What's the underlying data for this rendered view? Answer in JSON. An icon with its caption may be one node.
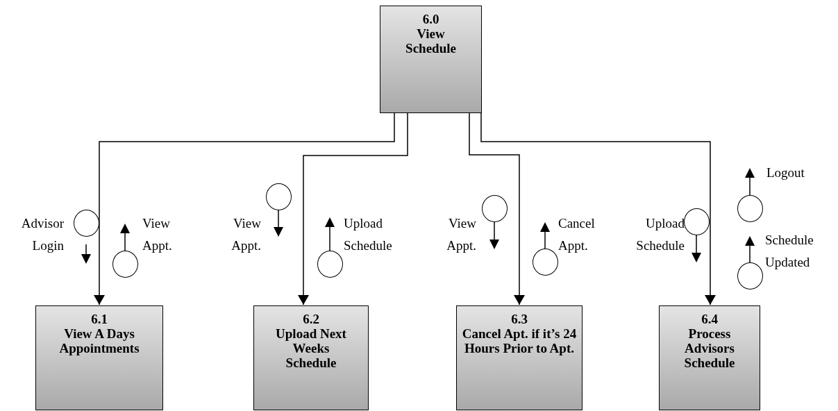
{
  "diagram": {
    "nodes": [
      {
        "text": [
          "6.0",
          "View Schedule"
        ]
      },
      {
        "text": [
          "6.1",
          "View A Days Appointments"
        ]
      },
      {
        "text": [
          "6.2",
          "Upload Next Weeks Schedule"
        ]
      },
      {
        "text": [
          "6.3",
          "Cancel Apt. if it’s 24 Hours Prior to Apt."
        ]
      },
      {
        "text": [
          "6.4",
          "Process Advisors Schedule"
        ]
      },
      {
        "text": [],
        "shape": "circle",
        "beside": [
          "Advisor Login"
        ]
      },
      {
        "text": [],
        "shape": "circle",
        "beside": [
          "View Appt."
        ]
      },
      {
        "text": [],
        "shape": "circle",
        "beside": [
          "View Appt."
        ]
      },
      {
        "text": [],
        "shape": "circle",
        "beside": [
          "Upload Schedule"
        ]
      },
      {
        "text": [],
        "shape": "circle",
        "beside": [
          "View Appt."
        ]
      },
      {
        "text": [],
        "shape": "circle",
        "beside": [
          "Cancel Appt."
        ]
      },
      {
        "text": [],
        "shape": "circle",
        "beside": [
          "Upload Schedule"
        ]
      },
      {
        "text": [],
        "shape": "circle",
        "beside": [
          "Logout"
        ]
      },
      {
        "text": [],
        "shape": "circle",
        "beside": [
          "Schedule Updated"
        ]
      }
    ],
    "edges": [
      {
        "from": 0,
        "to": 1,
        "arrow": "to"
      },
      {
        "from": 0,
        "to": 2,
        "arrow": "to"
      },
      {
        "from": 0,
        "to": 3,
        "arrow": "to"
      },
      {
        "from": 0,
        "to": 4,
        "arrow": "to"
      }
    ]
  }
}
